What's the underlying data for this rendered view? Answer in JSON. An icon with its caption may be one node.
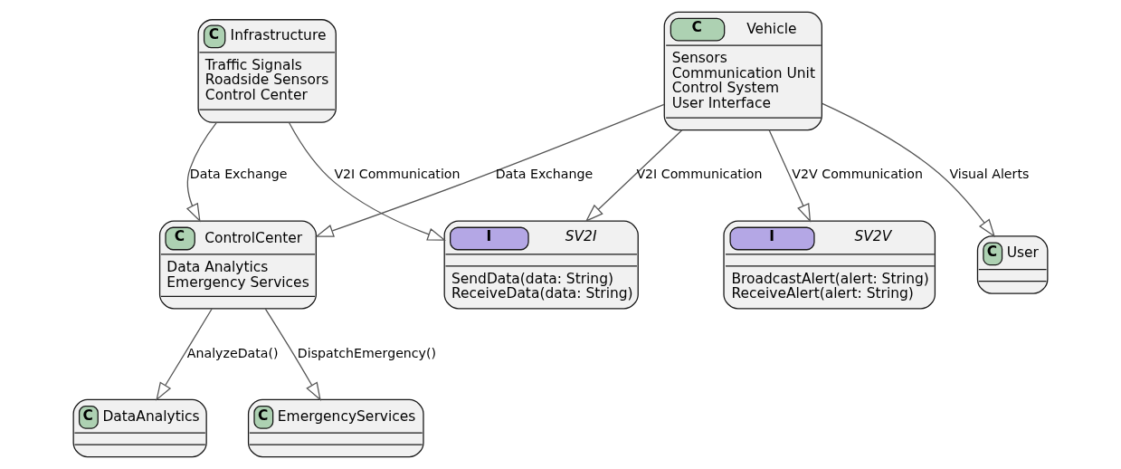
{
  "diagram": {
    "nodes": [
      {
        "text": [
          "C",
          "Infrastructure",
          "Traffic Signals",
          "Roadside Sensors",
          "Control Center"
        ]
      },
      {
        "text": [
          "C",
          "Vehicle",
          "Sensors",
          "Communication Unit",
          "Control System",
          "User Interface"
        ]
      },
      {
        "text": [
          "I",
          "SV2I",
          "SendData(data: String)",
          "ReceiveData(data: String)"
        ]
      },
      {
        "text": [
          "C",
          "ControlCenter",
          "Data Analytics",
          "Emergency Services"
        ]
      },
      {
        "text": [
          "C",
          "User"
        ]
      },
      {
        "text": [
          "I",
          "SV2V",
          "BroadcastAlert(alert: String)",
          "ReceiveAlert(alert: String)"
        ]
      },
      {
        "text": [
          "C",
          "DataAnalytics"
        ]
      },
      {
        "text": [
          "C",
          "EmergencyServices"
        ]
      }
    ],
    "edges": [
      {
        "from": 0,
        "to": 2,
        "arrow": "to",
        "label": "V2I Communication"
      },
      {
        "from": 0,
        "to": 3,
        "arrow": "to",
        "label": "Data Exchange"
      },
      {
        "from": 1,
        "to": 2,
        "arrow": "to",
        "label": "V2I Communication"
      },
      {
        "from": 1,
        "to": 3,
        "arrow": "to",
        "label": "Data Exchange"
      },
      {
        "from": 1,
        "to": 4,
        "arrow": "to",
        "label": "Visual Alerts"
      },
      {
        "from": 1,
        "to": 5,
        "arrow": "to",
        "label": "V2V Communication"
      },
      {
        "from": 3,
        "to": 6,
        "arrow": "to",
        "label": "AnalyzeData()"
      },
      {
        "from": 3,
        "to": 7,
        "arrow": "to",
        "label": "DispatchEmergency()"
      }
    ]
  }
}
